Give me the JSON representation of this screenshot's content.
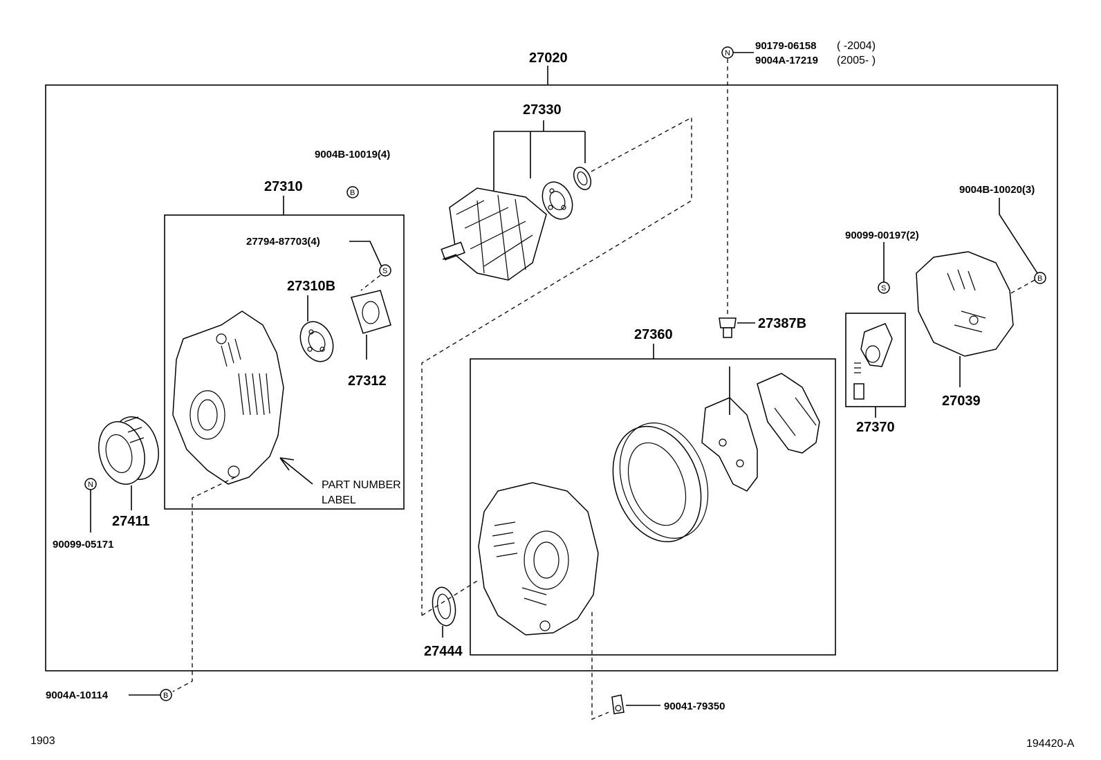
{
  "labels": {
    "assembly": "27020",
    "top_bolt_1": "90179-06158",
    "top_bolt_1_range": "(        -2004)",
    "top_bolt_2": "9004A-17219",
    "top_bolt_2_range": "(2005-        )",
    "rotor": "27330",
    "screw_b_left": "9004B-10019(4)",
    "frame_drive": "27310",
    "screw_s_plate": "27794-87703(4)",
    "bearing_front": "27310B",
    "retainer_plate": "27312",
    "stud": "27387B",
    "rect_holder": "27360",
    "screw_s_right": "90099-00197(2)",
    "screw_b_right": "9004B-10020(3)",
    "rear_cover": "27039",
    "brush_holder": "27370",
    "pulley": "27411",
    "nut_pulley": "90099-05171",
    "washer": "27444",
    "bolt_bottom_left": "9004A-10114",
    "terminal_bottom": "90041-79350",
    "part_number_label": [
      "PART NUMBER",
      "LABEL"
    ],
    "page_left": "1903",
    "page_right": "194420-A"
  },
  "markers": {
    "nut": "N",
    "bolt": "B",
    "screw": "S"
  }
}
